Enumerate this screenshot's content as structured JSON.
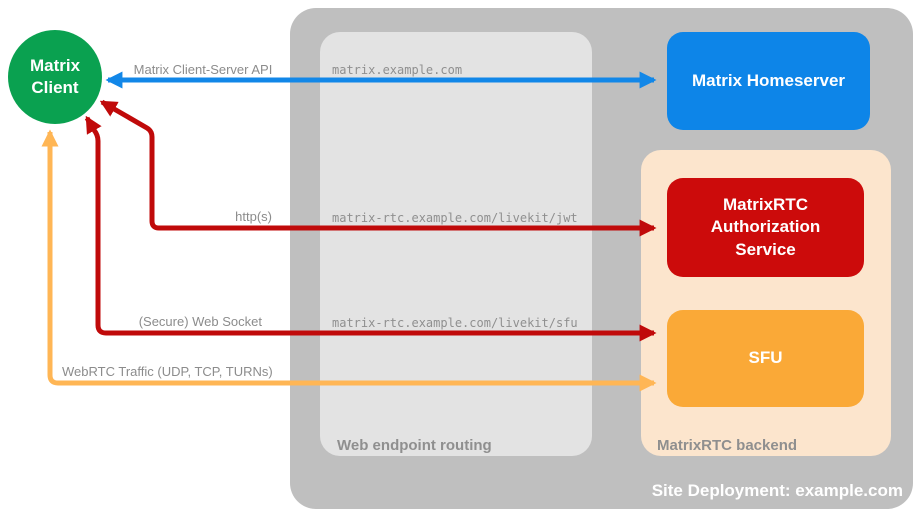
{
  "client": {
    "lines": [
      "Matrix",
      "Client"
    ]
  },
  "homeserver": {
    "label": "Matrix Homeserver"
  },
  "auth_service": {
    "lines": [
      "MatrixRTC",
      "Authorization",
      "Service"
    ]
  },
  "sfu": {
    "label": "SFU"
  },
  "containers": {
    "site": {
      "label": "Site Deployment: example.com"
    },
    "routing": {
      "label": "Web endpoint routing"
    },
    "backend": {
      "label": "MatrixRTC backend"
    }
  },
  "endpoints": {
    "homeserver": "matrix.example.com",
    "jwt": "matrix-rtc.example.com/livekit/jwt",
    "sfu": "matrix-rtc.example.com/livekit/sfu"
  },
  "arrows": {
    "client_server_api": {
      "label": "Matrix Client-Server API",
      "direction": "bidirectional"
    },
    "https": {
      "label": "http(s)",
      "direction": "bidirectional"
    },
    "web_socket": {
      "label": "(Secure) Web Socket",
      "direction": "bidirectional"
    },
    "webrtc": {
      "label": "WebRTC Traffic (UDP, TCP, TURNs)",
      "direction": "bidirectional"
    }
  },
  "colors": {
    "client_green": "#0aa150",
    "homeserver_blue": "#0d85e8",
    "auth_red": "#cc0b0b",
    "sfu_orange": "#faa937",
    "backend_peach": "#fce5cd",
    "outer_gray": "#bfbfbf",
    "routing_gray": "#e3e3e3",
    "arrow_blue": "#1287e8",
    "arrow_red": "#c00a0a",
    "arrow_orange": "#ffb655",
    "label_gray": "#8c8c8c"
  }
}
